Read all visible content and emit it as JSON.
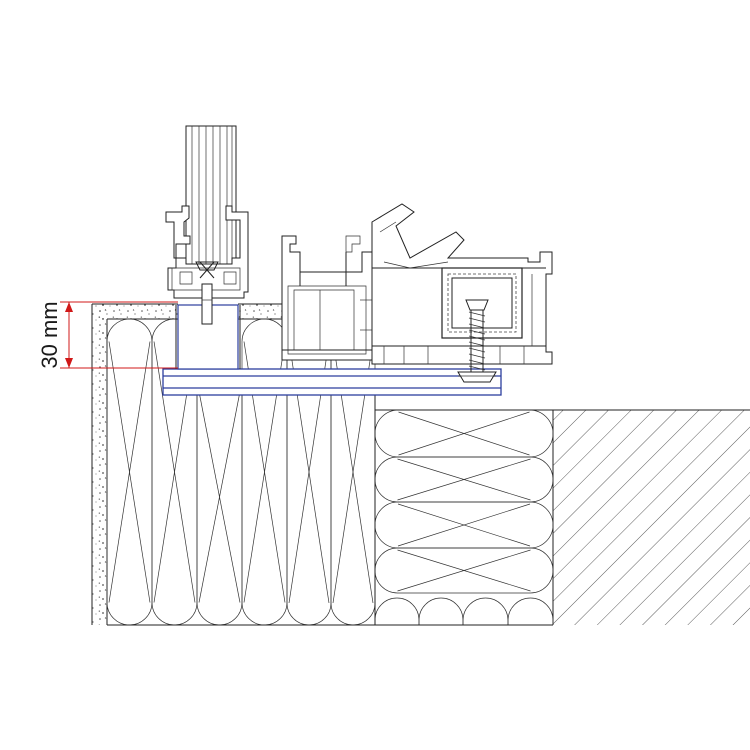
{
  "dimension": {
    "label": "30 mm",
    "color": "#d01818"
  },
  "colors": {
    "line": "#222222",
    "profile_outline": "#2c3e9e",
    "dimension": "#d01818",
    "background": "#ffffff"
  },
  "components": [
    "glazing-unit",
    "glazing-bead",
    "window-frame-profile",
    "sash-profile",
    "steel-reinforcement",
    "frame-screw",
    "installation-board",
    "mounting-block",
    "thermal-insulation",
    "render-layer",
    "masonry-wall"
  ]
}
